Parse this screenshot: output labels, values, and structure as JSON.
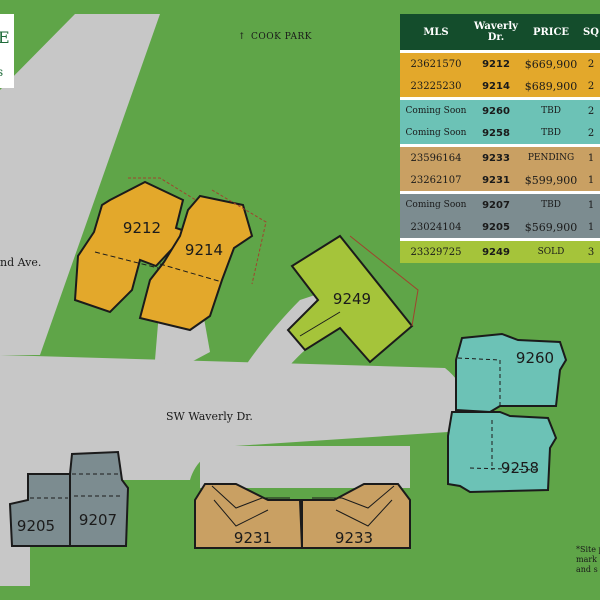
{
  "park": {
    "arrow": "↑",
    "label": "COOK PARK"
  },
  "roads": {
    "waverly": "SW Waverly Dr.",
    "side": "nd Ave."
  },
  "logo": {
    "mark_top": "E",
    "mark_bottom": "s"
  },
  "lots": [
    {
      "id": "9212",
      "color": "#e3a82b"
    },
    {
      "id": "9214",
      "color": "#e3a82b"
    },
    {
      "id": "9249",
      "color": "#a5c43a"
    },
    {
      "id": "9260",
      "color": "#6cc2b6"
    },
    {
      "id": "9258",
      "color": "#6cc2b6"
    },
    {
      "id": "9205",
      "color": "#7c8c90"
    },
    {
      "id": "9207",
      "color": "#7c8c90"
    },
    {
      "id": "9231",
      "color": "#c9a063"
    },
    {
      "id": "9233",
      "color": "#c9a063"
    }
  ],
  "table": {
    "headers": [
      "MLS",
      "Waverly Dr.",
      "PRICE",
      "SQ"
    ],
    "header_bg": "#144d2c",
    "rows": [
      {
        "mls": "23621570",
        "addr": "9212",
        "price": "$669,900",
        "sq": "2",
        "bg": "#e3a82b",
        "group_start": true
      },
      {
        "mls": "23225230",
        "addr": "9214",
        "price": "$689,900",
        "sq": "2",
        "bg": "#e3a82b",
        "group_start": false
      },
      {
        "mls": "Coming Soon",
        "addr": "9260",
        "price": "TBD",
        "sq": "2",
        "bg": "#6cc2b6",
        "group_start": true
      },
      {
        "mls": "Coming Soon",
        "addr": "9258",
        "price": "TBD",
        "sq": "2",
        "bg": "#6cc2b6",
        "group_start": false
      },
      {
        "mls": "23596164",
        "addr": "9233",
        "price": "PENDING",
        "sq": "1",
        "bg": "#c9a063",
        "group_start": true
      },
      {
        "mls": "23262107",
        "addr": "9231",
        "price": "$599,900",
        "sq": "1",
        "bg": "#c9a063",
        "group_start": false
      },
      {
        "mls": "Coming Soon",
        "addr": "9207",
        "price": "TBD",
        "sq": "1",
        "bg": "#7c8c90",
        "group_start": true
      },
      {
        "mls": "23024104",
        "addr": "9205",
        "price": "$569,900",
        "sq": "1",
        "bg": "#7c8c90",
        "group_start": false
      },
      {
        "mls": "23329725",
        "addr": "9249",
        "price": "SOLD",
        "sq": "3",
        "bg": "#a5c43a",
        "group_start": true
      }
    ]
  },
  "footnote": {
    "line1": "*Site p",
    "line2": "mark",
    "line3": "and s"
  }
}
